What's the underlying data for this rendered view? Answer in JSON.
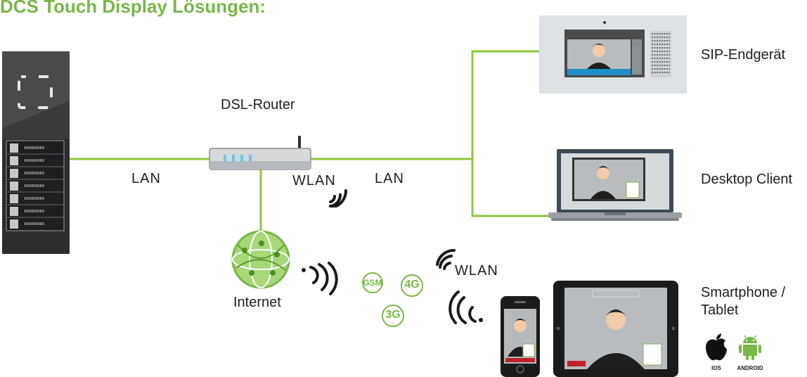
{
  "title": "DCS Touch Display Lösungen:",
  "labels": {
    "router": "DSL-Router",
    "lan_left": "LAN",
    "wlan_router": "WLAN",
    "lan_right": "LAN",
    "internet": "Internet",
    "wlan_mobile": "WLAN",
    "sip": "SIP-Endgerät",
    "desktop": "Desktop Client",
    "smartphone_line1": "Smartphone /",
    "smartphone_line2": "Tablet",
    "ios": "IOS",
    "android": "ANDROID"
  },
  "mobile_networks": [
    "GSM",
    "4G",
    "3G"
  ],
  "colors": {
    "title_green": "#7ab648",
    "line_green": "#8cc63f",
    "dark_panel": "#3c3c3e",
    "badge_green": "#7ab648"
  },
  "icons": [
    "doorstation-panel",
    "router-icon",
    "globe-icon",
    "wifi-signal-icon",
    "sip-videophone",
    "laptop-icon",
    "smartphone-icon",
    "tablet-icon",
    "apple-icon",
    "android-icon"
  ]
}
